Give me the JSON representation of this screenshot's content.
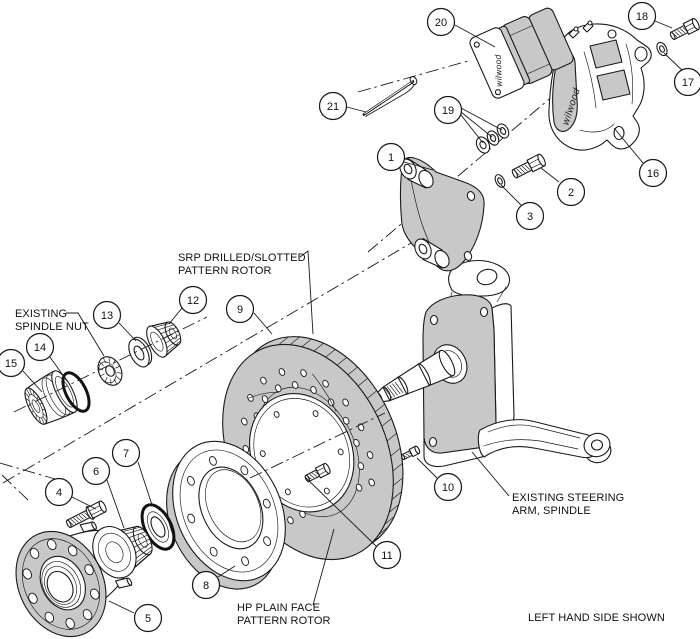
{
  "figure": {
    "note": "LEFT HAND SIDE SHOWN",
    "brand_logo": "wilwood",
    "colors": {
      "line": "#1a1a1a",
      "shade": "#c8c8c8",
      "background": "#ffffff"
    }
  },
  "labels": {
    "srp_rotor": {
      "line1": "SRP DRILLED/SLOTTED",
      "line2": "PATTERN ROTOR"
    },
    "spindle_nut": {
      "line1": "EXISTING",
      "line2": "SPINDLE NUT"
    },
    "steering_arm": {
      "line1": "EXISTING STEERING",
      "line2": "ARM, SPINDLE"
    },
    "hp_rotor": {
      "line1": "HP PLAIN FACE",
      "line2": "PATTERN ROTOR"
    }
  },
  "callouts": {
    "c1": {
      "label": "1",
      "target": "caliper-bracket"
    },
    "c2": {
      "label": "2",
      "target": "bracket-bolt"
    },
    "c3": {
      "label": "3",
      "target": "bracket-washer"
    },
    "c4": {
      "label": "4",
      "target": "hub-bolt"
    },
    "c5": {
      "label": "5",
      "target": "hub"
    },
    "c6": {
      "label": "6",
      "target": "outer-bearing"
    },
    "c7": {
      "label": "7",
      "target": "grease-seal"
    },
    "c8": {
      "label": "8",
      "target": "rotor-hat"
    },
    "c9": {
      "label": "9",
      "target": "drilled-rotor"
    },
    "c10": {
      "label": "10",
      "target": "spindle-bolt"
    },
    "c11": {
      "label": "11",
      "target": "rotor-bolt"
    },
    "c12": {
      "label": "12",
      "target": "inner-bearing"
    },
    "c13": {
      "label": "13",
      "target": "spindle-washer"
    },
    "c14": {
      "label": "14",
      "target": "o-ring"
    },
    "c15": {
      "label": "15",
      "target": "dust-cap"
    },
    "c16": {
      "label": "16",
      "target": "brake-caliper"
    },
    "c17": {
      "label": "17",
      "target": "caliper-washer"
    },
    "c18": {
      "label": "18",
      "target": "caliper-bolt"
    },
    "c19": {
      "label": "19",
      "target": "shim-washers"
    },
    "c20": {
      "label": "20",
      "target": "brake-pads"
    },
    "c21": {
      "label": "21",
      "target": "cotter-pin"
    }
  }
}
